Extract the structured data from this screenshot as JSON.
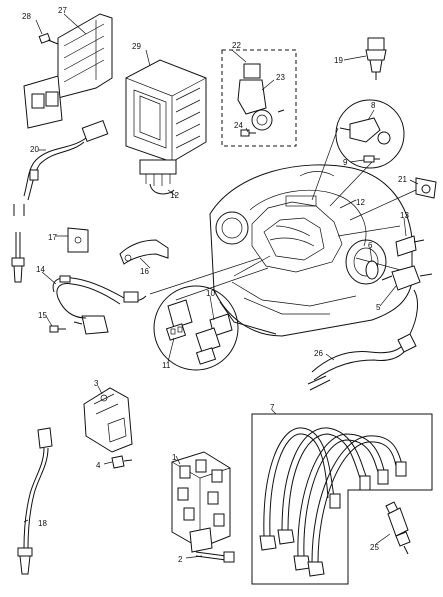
{
  "diagram": {
    "callouts": {
      "c1": "1",
      "c2": "2",
      "c3": "3",
      "c4": "4",
      "c5": "5",
      "c6": "6",
      "c7": "7",
      "c8": "8",
      "c9": "9",
      "c10": "10",
      "c11": "11",
      "c12a": "12",
      "c12b": "12",
      "c13": "13",
      "c14": "14",
      "c15": "15",
      "c16": "16",
      "c17": "17",
      "c18": "18",
      "c19": "19",
      "c20": "20",
      "c21": "21",
      "c22": "22",
      "c23": "23",
      "c24": "24",
      "c25": "25",
      "c26": "26",
      "c27": "27",
      "c28": "28",
      "c29": "29"
    }
  }
}
